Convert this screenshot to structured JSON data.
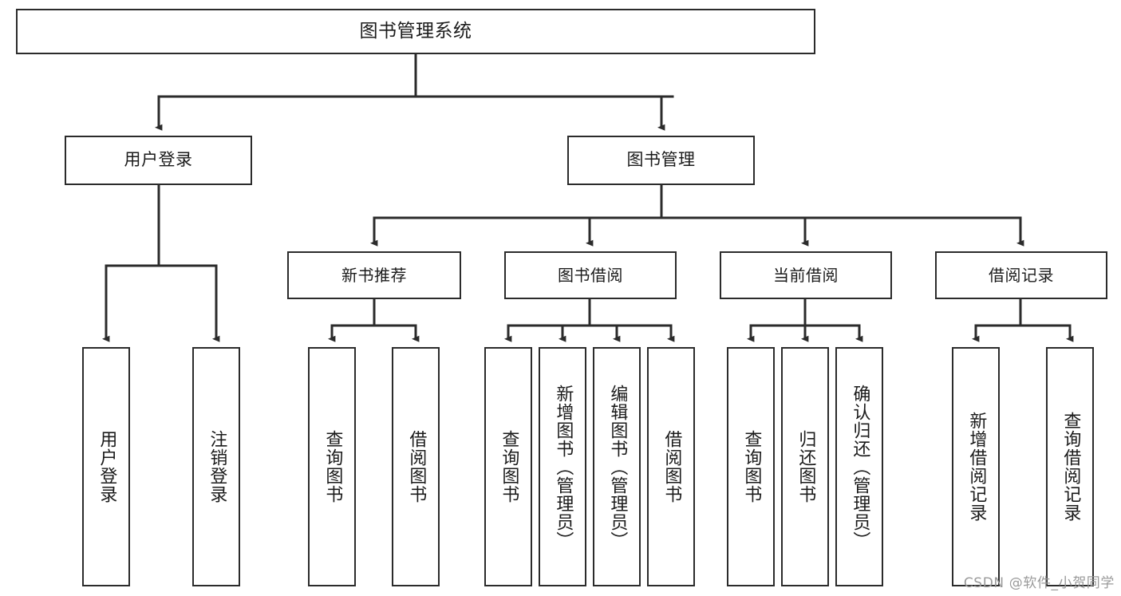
{
  "diagram": {
    "title": "图书管理系统",
    "type": "tree",
    "watermark": "CSDN @软件_小贺同学",
    "colors": {
      "stroke": "#2b2b2b",
      "fill": "#ffffff",
      "text": "#1b1b1b",
      "watermark": "#9a9a9a"
    },
    "nodes": {
      "root": {
        "label": "图书管理系统"
      },
      "level2": [
        {
          "label": "用户登录"
        },
        {
          "label": "图书管理"
        }
      ],
      "level3": [
        {
          "label": "新书推荐"
        },
        {
          "label": "图书借阅"
        },
        {
          "label": "当前借阅"
        },
        {
          "label": "借阅记录"
        }
      ],
      "leaves": {
        "user_login": [
          {
            "label": "用户登录"
          },
          {
            "label": "注销登录"
          }
        ],
        "new_book": [
          {
            "label": "查询图书"
          },
          {
            "label": "借阅图书"
          }
        ],
        "book_borrow": [
          {
            "label": "查询图书"
          },
          {
            "label": "新增图书（管理员）"
          },
          {
            "label": "编辑图书（管理员）"
          },
          {
            "label": "借阅图书"
          }
        ],
        "current_borrow": [
          {
            "label": "查询图书"
          },
          {
            "label": "归还图书"
          },
          {
            "label": "确认归还（管理员）"
          }
        ],
        "borrow_record": [
          {
            "label": "新增借阅记录"
          },
          {
            "label": "查询借阅记录"
          }
        ]
      }
    }
  }
}
